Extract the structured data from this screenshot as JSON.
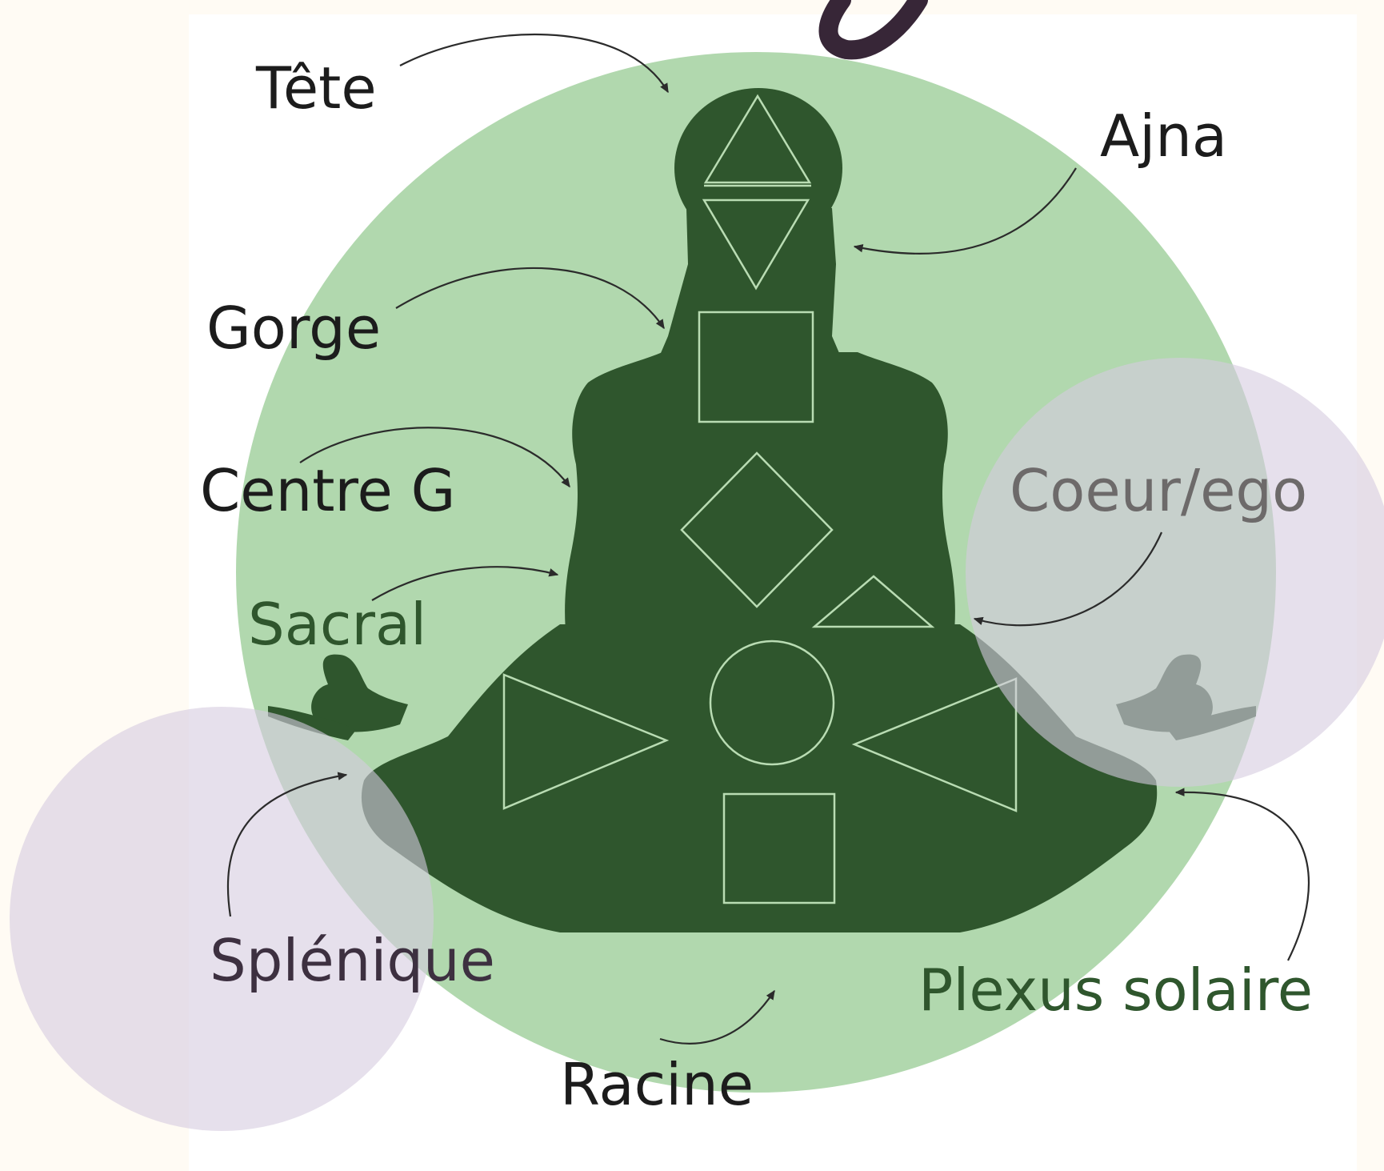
{
  "colors": {
    "page_background": "#fffbf4",
    "panel_background": "#ffffff",
    "green_circle": "#b1d8ae",
    "lilac_circle": "#d5cbe0",
    "silhouette": "#2f562d",
    "center_outline": "#b9dcb3",
    "arrow": "#2b2b2b",
    "swoosh": "#372637"
  },
  "diagram": {
    "figure": "meditating-figure-silhouette",
    "labels": {
      "tete": "Tête",
      "ajna": "Ajna",
      "gorge": "Gorge",
      "centre_g": "Centre G",
      "coeur_ego": "Coeur/ego",
      "sacral": "Sacral",
      "splenique": "Splénique",
      "plexus_solaire": "Plexus solaire",
      "racine": "Racine"
    },
    "label_colors": {
      "tete": "#1c1c1c",
      "ajna": "#1c1c1c",
      "gorge_part1": "#1c1c1c",
      "gorge_part2": "#2f562d",
      "centre_g_part1": "#1c1c1c",
      "centre_g_part2": "#2f562d",
      "coeur_ego": "#6d6a6a",
      "sacral": "#2f562d",
      "splenique": "#3d3040",
      "plexus_solaire": "#2f562d",
      "racine": "#1c1c1c"
    }
  }
}
